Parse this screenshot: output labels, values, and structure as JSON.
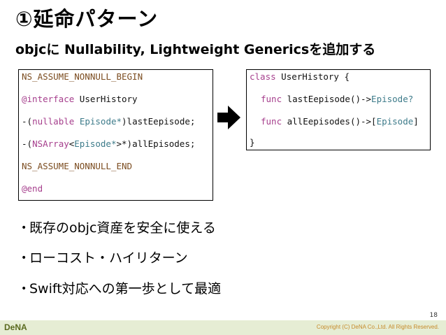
{
  "slide": {
    "title": "①延命パターン",
    "subtitle": "objcに Nullability, Lightweight Genericsを追加する",
    "page_number": "18"
  },
  "objc_code": {
    "line1": "NS_ASSUME_NONNULL_BEGIN",
    "line2_kw": "@interface",
    "line2_name": " UserHistory",
    "line3_open": "-(",
    "line3_kw": "nullable",
    "line3_sp": " ",
    "line3_type": "Episode*",
    "line3_rest": ")lastEepisode;",
    "line4_open": "-(",
    "line4_type1": "NSArray",
    "line4_lt": "<",
    "line4_type2": "Episode*",
    "line4_rest": ">*)allEpisodes;",
    "line5": "NS_ASSUME_NONNULL_END",
    "line6": "@end"
  },
  "swift_code": {
    "line1_kw": "class",
    "line1_name": " UserHistory {",
    "line2_kw": "func",
    "line2_name": " lastEepisode()->",
    "line2_type": "Episode?",
    "line3_kw": "func",
    "line3_name": " allEepisodes()->[",
    "line3_type": "Episode",
    "line3_close": "]",
    "line4": "}"
  },
  "arrow_icon": "right-arrow-icon",
  "bullets": [
    "既存のobjc資産を安全に使える",
    "ローコスト・ハイリターン",
    "Swift対応への第一歩として最適"
  ],
  "footer": {
    "logo": "DeNA",
    "copyright": "Copyright (C) DeNA Co.,Ltd. All Rights Reserved."
  },
  "colors": {
    "macro": "#7c4d21",
    "keyword": "#a63f8d",
    "type": "#3d7b8a",
    "footer_bg": "#e6edd4"
  }
}
